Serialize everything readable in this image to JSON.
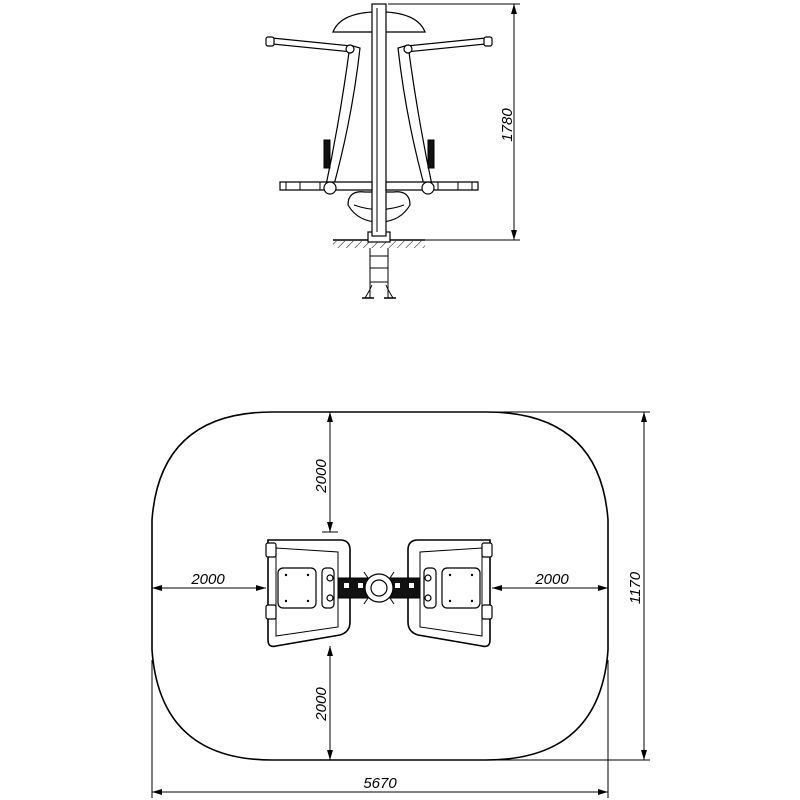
{
  "side_view": {
    "height_label": "1780"
  },
  "plan_view": {
    "width_label": "5670",
    "depth_label": "1170",
    "clearance_top": "2000",
    "clearance_bottom": "2000",
    "clearance_left": "2000",
    "clearance_right": "2000"
  }
}
